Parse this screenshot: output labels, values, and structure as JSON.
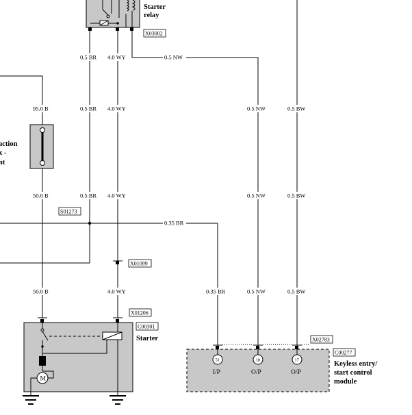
{
  "components": {
    "starter_relay": {
      "name": [
        "Starter",
        "relay"
      ],
      "connector": "X03002"
    },
    "fuse_box": {
      "name_fragment": [
        "action",
        "x -",
        "nt"
      ]
    },
    "starter": {
      "name": "Starter",
      "connector": "X01206",
      "ref": "C00301"
    },
    "keyless_module": {
      "name": [
        "Keyless entry/",
        "start control",
        "module"
      ],
      "connector": "X02783",
      "ref": "C00277",
      "pins": [
        {
          "number": "51",
          "label": "I/P"
        },
        {
          "number": "18",
          "label": "O/P"
        },
        {
          "number": "17",
          "label": "O/P"
        }
      ]
    },
    "splice": "S01273",
    "inline_connector": "X01099"
  },
  "wire_labels": {
    "br_top": "0.5 BR",
    "wy_top": "4.0 WY",
    "nw_top": "0.5 NW",
    "b_fuse_top": "95.0 B",
    "br_mid": "0.5 BR",
    "wy_mid": "4.0 WY",
    "nw_mid": "0.5 NW",
    "bw_mid": "0.5 BW",
    "b_fuse_bottom": "50.0 B",
    "br_low": "0.5 BR",
    "wy_low": "4.0 WY",
    "nw_low": "0.5 NW",
    "bw_low": "0.5 BW",
    "br_horizontal": "0.35 BR",
    "b_starter": "50.0 B",
    "wy_starter": "4.0 WY",
    "br_module": "0.35 BR",
    "nw_module": "0.5 NW",
    "bw_module": "0.5 BW"
  }
}
